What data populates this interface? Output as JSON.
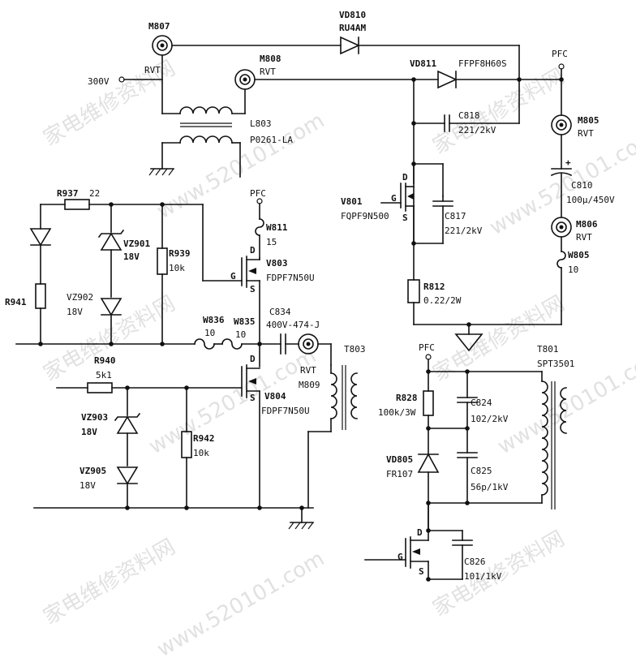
{
  "labels": {
    "m807": "M807",
    "rvt_m807": "RVT",
    "v300": "300V",
    "vd810": "VD810",
    "vd810_part": "RU4AM",
    "m808": "M808",
    "rvt_m808": "RVT",
    "vd811": "VD811",
    "vd811_part": "FFPF8H60S",
    "pfc_top": "PFC",
    "l803": "L803",
    "l803_part": "P0261-LA",
    "c818": "C818",
    "c818_val": "221/2kV",
    "m805": "M805",
    "rvt_m805": "RVT",
    "c810": "C810",
    "c810_val": "100μ/450V",
    "plus": "+",
    "v801": "V801",
    "v801_part": "FQPF9N500",
    "g_v801": "G",
    "d_v801": "D",
    "s_v801": "S",
    "c817": "C817",
    "c817_val": "221/2kV",
    "m806": "M806",
    "rvt_m806": "RVT",
    "w805": "W805",
    "w805_val": "10",
    "r812": "R812",
    "r812_val": "0.22/2W",
    "r937": "R937",
    "r937_val": "22",
    "pfc_w811": "PFC",
    "w811": "W811",
    "w811_val": "15",
    "vz901": "VZ901",
    "vz901_val": "18V",
    "r939": "R939",
    "r939_val": "10k",
    "v803": "V803",
    "v803_part": "FDPF7N50U",
    "g_v803": "G",
    "d_v803": "D",
    "s_v803": "S",
    "r941": "R941",
    "vz902": "VZ902",
    "vz902_val": "18V",
    "w836": "W836",
    "w836_val": "10",
    "w835": "W835",
    "w835_val": "10",
    "c834": "C834",
    "c834_val": "400V-474-J",
    "t803": "T803",
    "rvt_m809": "RVT",
    "m809": "M809",
    "r940": "R940",
    "r940_val": "5k1",
    "v804": "V804",
    "v804_part": "FDPF7N50U",
    "d_v804": "D",
    "s_v804": "S",
    "vz903": "VZ903",
    "vz903_val": "18V",
    "r942": "R942",
    "r942_val": "10k",
    "vz905": "VZ905",
    "vz905_val": "18V",
    "pfc_bot": "PFC",
    "t801": "T801",
    "t801_part": "SPT3501",
    "r828": "R828",
    "r828_val": "100k/3W",
    "c824": "C824",
    "c824_val": "102/2kV",
    "vd805": "VD805",
    "vd805_part": "FR107",
    "c825": "C825",
    "c825_val": "56p/1kV",
    "g_bot": "G",
    "d_bot": "D",
    "s_bot": "S",
    "c826": "C826",
    "c826_val": "101/1kV"
  },
  "watermark": {
    "brand": "家电维修资料网",
    "url": "www.520101.com"
  }
}
